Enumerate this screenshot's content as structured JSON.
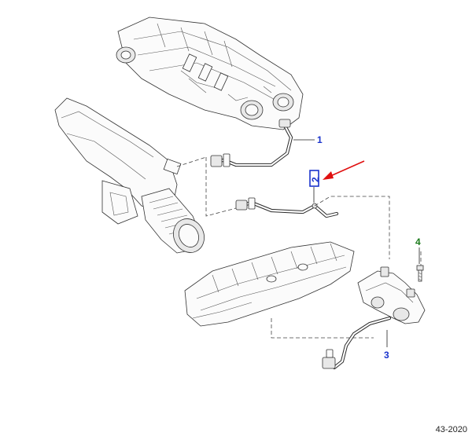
{
  "callouts": {
    "c1": {
      "label": "1",
      "color": "#1a33cc"
    },
    "c2": {
      "label": "2",
      "color": "#1a33cc",
      "highlight": "#1a33cc"
    },
    "c3": {
      "label": "3",
      "color": "#1a33cc"
    },
    "c4": {
      "label": "4",
      "color": "#1a7a1a"
    }
  },
  "pointer_arrow": {
    "color": "#e01010"
  },
  "footer": {
    "reference": "43-2020"
  }
}
